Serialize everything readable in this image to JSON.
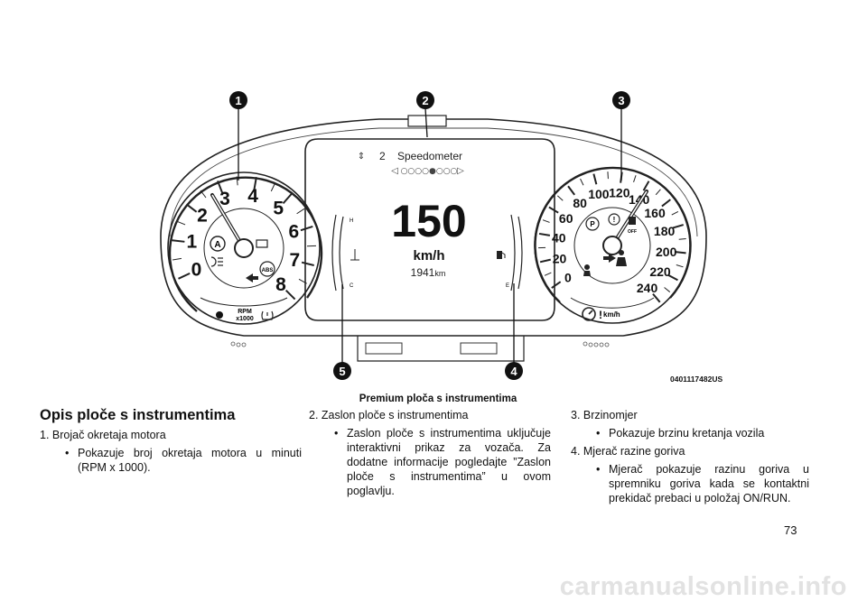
{
  "figure": {
    "callouts": [
      "1",
      "2",
      "3",
      "4",
      "5"
    ],
    "caption": "Premium ploča s instrumentima",
    "image_code": "0401117482US",
    "tachometer": {
      "numbers": [
        "0",
        "1",
        "2",
        "3",
        "4",
        "5",
        "6",
        "7",
        "8"
      ],
      "unit_line1": "RPM",
      "unit_line2": "x1000"
    },
    "display": {
      "menu_number": "2",
      "menu_title": "Speedometer",
      "page_dots": "○○○○●○○○",
      "speed": "150",
      "speed_unit": "km/h",
      "odometer_value": "1941",
      "odometer_unit": "km",
      "temp_high": "H",
      "temp_low": "C",
      "fuel_empty": "E"
    },
    "speedometer": {
      "numbers": [
        "0",
        "20",
        "40",
        "60",
        "80",
        "100",
        "120",
        "140",
        "160",
        "180",
        "200",
        "220",
        "240"
      ],
      "unit": "km/h",
      "off_label": "OFF"
    }
  },
  "section": {
    "title": "Opis ploče s instrumentima",
    "items": [
      {
        "heading": "1. Brojač okretaja motora",
        "bullets": [
          "Pokazuje broj okretaja motora u minuti (RPM x 1000)."
        ]
      },
      {
        "heading": "2. Zaslon ploče s instrumentima",
        "bullets": [
          "Zaslon ploče s instrumentima uključuje interaktivni prikaz za vozača. Za dodatne informacije pogledajte ”Zaslon ploče s instrumentima” u ovom poglavlju."
        ]
      },
      {
        "heading": "3. Brzinomjer",
        "bullets": [
          "Pokazuje brzinu kretanja vozila"
        ]
      },
      {
        "heading": "4. Mjerač razine goriva",
        "bullets": [
          "Mjerač pokazuje razinu goriva u spremniku goriva kada se kontaktni prekidač prebaci u položaj ON/RUN."
        ]
      }
    ]
  },
  "page_number": "73",
  "watermark": "carmanualsonline.info"
}
